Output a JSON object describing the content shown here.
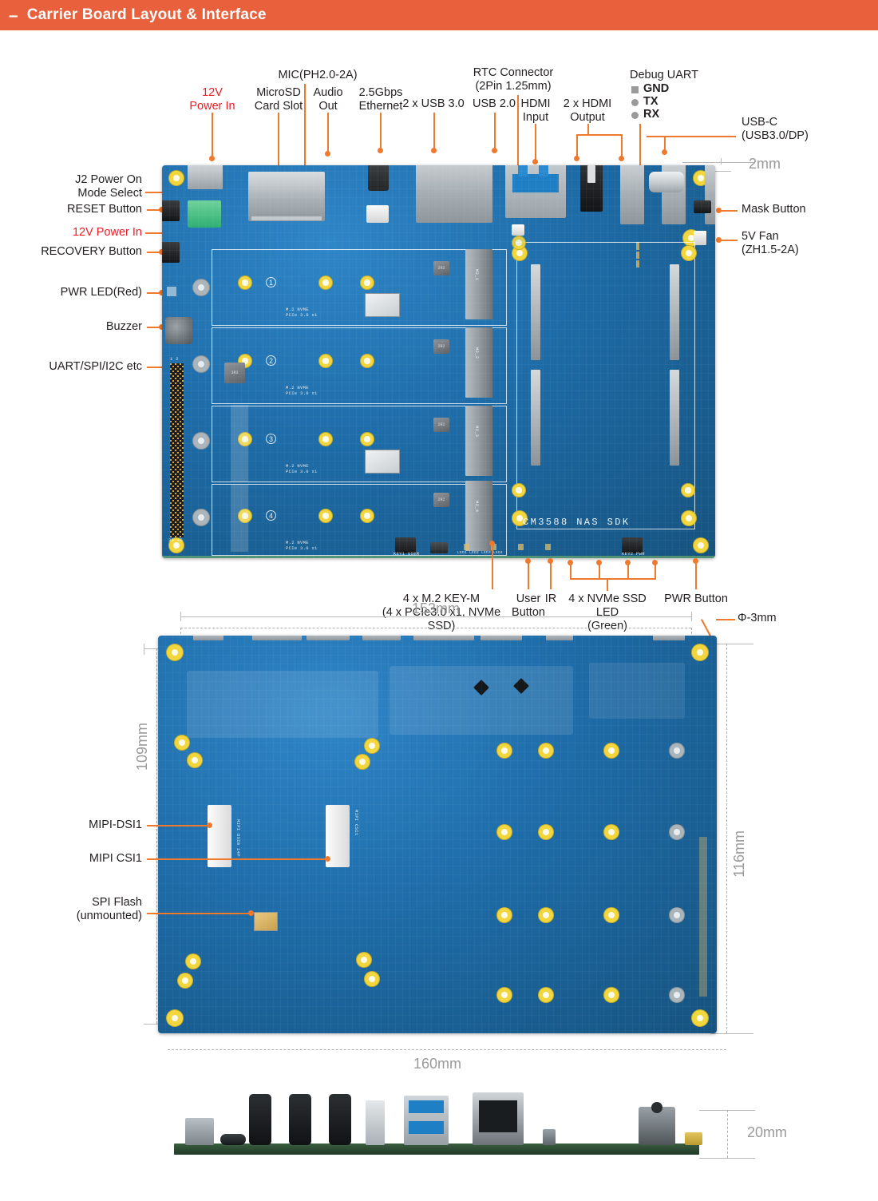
{
  "header": {
    "collapse_icon": "minus-icon",
    "dash": "–",
    "title": "Carrier Board Layout & Interface",
    "bg_color": "#e8613c",
    "text_color": "#ffffff"
  },
  "colors": {
    "accent_orange": "#ef7a2e",
    "red_label": "#ee1c25",
    "dim_grey": "#9a9a9a",
    "pcb_blue": "#1e6ca8",
    "hole_yellow": "#f2d63c"
  },
  "top_view": {
    "silkscreen_board_name": "CM3588 NAS SDK",
    "m2_slot_numbers": [
      "1",
      "2",
      "3",
      "4"
    ],
    "m2_slot_silk": "M.2 NVME\nPCIe 3.0 x1",
    "top_callouts": [
      {
        "label": "12V\nPower In",
        "style": "red"
      },
      {
        "label": "MicroSD\nCard Slot",
        "style": "normal"
      },
      {
        "label": "MIC(PH2.0-2A)",
        "style": "normal"
      },
      {
        "label": "Audio\nOut",
        "style": "normal"
      },
      {
        "label": "2.5Gbps\nEthernet",
        "style": "normal"
      },
      {
        "label": "2 x USB 3.0",
        "style": "normal"
      },
      {
        "label": "USB 2.0",
        "style": "normal"
      },
      {
        "label": "RTC Connector\n(2Pin 1.25mm)",
        "style": "normal"
      },
      {
        "label": "HDMI\nInput",
        "style": "normal"
      },
      {
        "label": "2 x HDMI\nOutput",
        "style": "normal"
      },
      {
        "label": "Debug UART",
        "style": "normal"
      }
    ],
    "debug_uart_pins": [
      {
        "name": "GND",
        "marker": "square"
      },
      {
        "name": "TX",
        "marker": "circle"
      },
      {
        "name": "RX",
        "marker": "circle"
      }
    ],
    "right_callouts": [
      {
        "label": "USB-C\n(USB3.0/DP)",
        "style": "normal"
      },
      {
        "label": "2mm",
        "style": "dim"
      },
      {
        "label": "Mask Button",
        "style": "normal"
      },
      {
        "label": "5V Fan\n(ZH1.5-2A)",
        "style": "normal"
      }
    ],
    "left_callouts": [
      {
        "label": "J2 Power On\nMode Select",
        "style": "normal"
      },
      {
        "label": "RESET Button",
        "style": "normal"
      },
      {
        "label": "12V Power In",
        "style": "red"
      },
      {
        "label": "RECOVERY Button",
        "style": "normal"
      },
      {
        "label": "PWR LED(Red)",
        "style": "normal"
      },
      {
        "label": "Buzzer",
        "style": "normal"
      },
      {
        "label": "UART/SPI/I2C etc",
        "style": "normal"
      }
    ],
    "bottom_callouts": [
      {
        "label": "4 x M.2 KEY-M\n(4 x PCIe3.0 x1, NVMe SSD)",
        "style": "normal"
      },
      {
        "label": "User\nButton",
        "style": "normal"
      },
      {
        "label": "IR",
        "style": "normal"
      },
      {
        "label": "4 x NVMe SSD LED\n(Green)",
        "style": "normal"
      },
      {
        "label": "PWR Button",
        "style": "normal"
      }
    ]
  },
  "bottom_view": {
    "dimensions": {
      "width_inner": "153mm",
      "height_inner": "109mm",
      "width_outer": "160mm",
      "height_outer": "116mm",
      "hole_diameter": "Φ-3mm"
    },
    "callouts": [
      {
        "label": "MIPI-DSI1"
      },
      {
        "label": "MIPI CSI1"
      },
      {
        "label": "SPI Flash\n(unmounted)"
      }
    ]
  },
  "side_view": {
    "dimensions": {
      "thickness": "20mm"
    }
  }
}
